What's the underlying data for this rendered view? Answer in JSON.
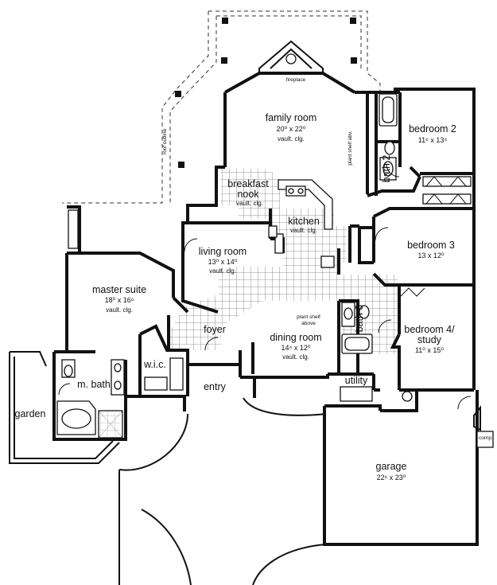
{
  "rooms": {
    "family_room": {
      "name": "family room",
      "dims": "20⁰ x 22⁰",
      "note": "vault. clg."
    },
    "bedroom2": {
      "name": "bedroom 2",
      "dims": "11⁶ x 13⁴"
    },
    "bath2": {
      "name": "bath 2"
    },
    "breakfast_nook": {
      "name_line1": "breakfast",
      "name_line2": "nook",
      "note": "vault. clg."
    },
    "kitchen": {
      "name": "kitchen",
      "note": "vault. clg."
    },
    "living_room": {
      "name": "living room",
      "dims": "13⁰ x 14⁰",
      "note": "vault. clg."
    },
    "bedroom3": {
      "name": "bedroom 3",
      "dims": "13 x 12⁰"
    },
    "master_suite": {
      "name": "master suite",
      "dims": "18⁰ x 16⁶",
      "note": "vault. clg."
    },
    "foyer": {
      "name": "foyer"
    },
    "dining_room": {
      "name": "dining room",
      "dims": "14⁴ x 12⁰",
      "note": "vault. clg."
    },
    "bath3": {
      "name": "bath 3"
    },
    "bedroom4": {
      "name_line1": "bedroom 4/",
      "name_line2": "study",
      "dims": "11⁰ x 15⁰"
    },
    "wic": {
      "name": "w.i.c."
    },
    "m_bath": {
      "name": "m. bath"
    },
    "entry": {
      "name": "entry"
    },
    "utility": {
      "name": "utility"
    },
    "garden": {
      "name": "garden"
    },
    "garage": {
      "name": "garage",
      "dims": "22⁶ x 23⁰"
    }
  },
  "annotations": {
    "fireplace": "fireplace",
    "roof_outline": "roof outline",
    "plant_shelf_abv": "plant shelf abv.",
    "plant_shelf_above_line1": "plant shelf",
    "plant_shelf_above_line2": "above",
    "comp": "comp."
  }
}
